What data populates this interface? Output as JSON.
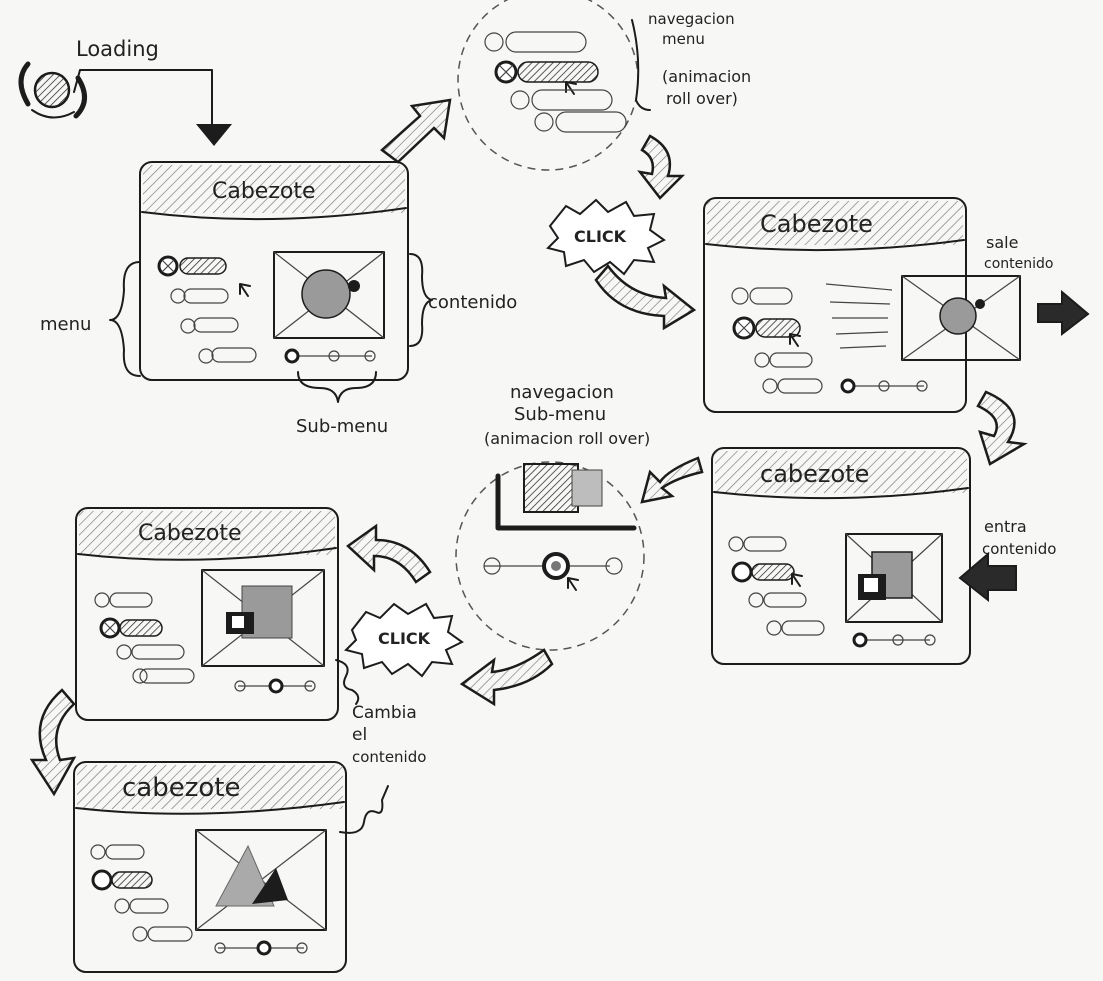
{
  "labels": {
    "loading": "Loading",
    "cabezote": "Cabezote",
    "cabezote_lower": "cabezote",
    "menu": "menu",
    "contenido": "contenido",
    "submenu": "Sub-menu",
    "nav_menu_1": "navegacion",
    "nav_menu_2": "menu",
    "nav_menu_3": "(animacion",
    "nav_menu_4": "roll over)",
    "click": "CLICK",
    "sale_1": "sale",
    "sale_2": "contenido",
    "entra_1": "entra",
    "entra_2": "contenido",
    "nav_sub_1": "navegacion",
    "nav_sub_2": "Sub-menu",
    "nav_sub_3": "(animacion roll over)",
    "cambia_1": "Cambia",
    "cambia_2": "el",
    "cambia_3": "contenido"
  },
  "colors": {
    "ink": "#1c1c1c",
    "paper": "#f7f7f5",
    "shade": "#9a9a9a"
  }
}
